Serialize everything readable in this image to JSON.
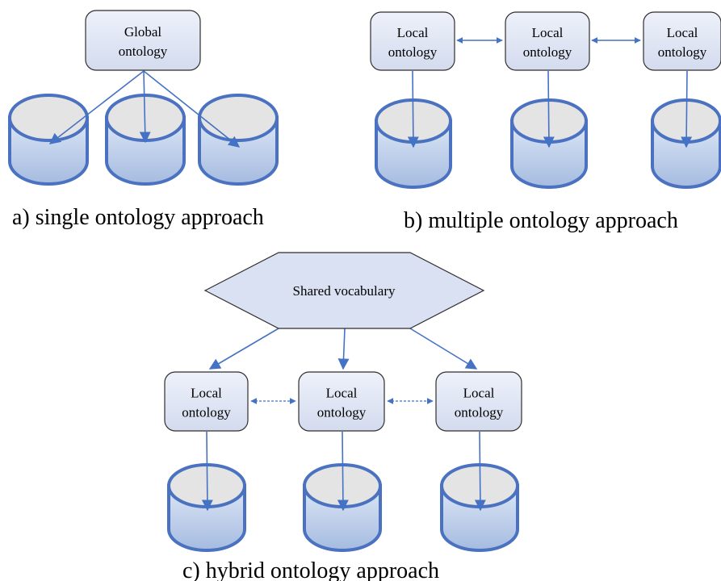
{
  "colors": {
    "box_fill_top": "#eef1fa",
    "box_fill_bottom": "#d3dbee",
    "box_stroke": "#2e2e2e",
    "arrow": "#4472c4",
    "cyl_stroke": "#4a72c0",
    "cyl_top": "#e4e4e4",
    "cyl_body_light": "#dde7f6",
    "cyl_body_dark": "#a5bbe0",
    "hex_fill": "#d9e1f2"
  },
  "panel_a": {
    "caption": "a) single ontology approach",
    "global_box": [
      "Global",
      "ontology"
    ]
  },
  "panel_b": {
    "caption": "b) multiple ontology approach",
    "local_boxes": [
      [
        "Local",
        "ontology"
      ],
      [
        "Local",
        "ontology"
      ],
      [
        "Local",
        "ontology"
      ]
    ]
  },
  "panel_c": {
    "caption": "c) hybrid ontology approach",
    "shared": "Shared vocabulary",
    "local_boxes": [
      [
        "Local",
        "ontology"
      ],
      [
        "Local",
        "ontology"
      ],
      [
        "Local",
        "ontology"
      ]
    ]
  }
}
